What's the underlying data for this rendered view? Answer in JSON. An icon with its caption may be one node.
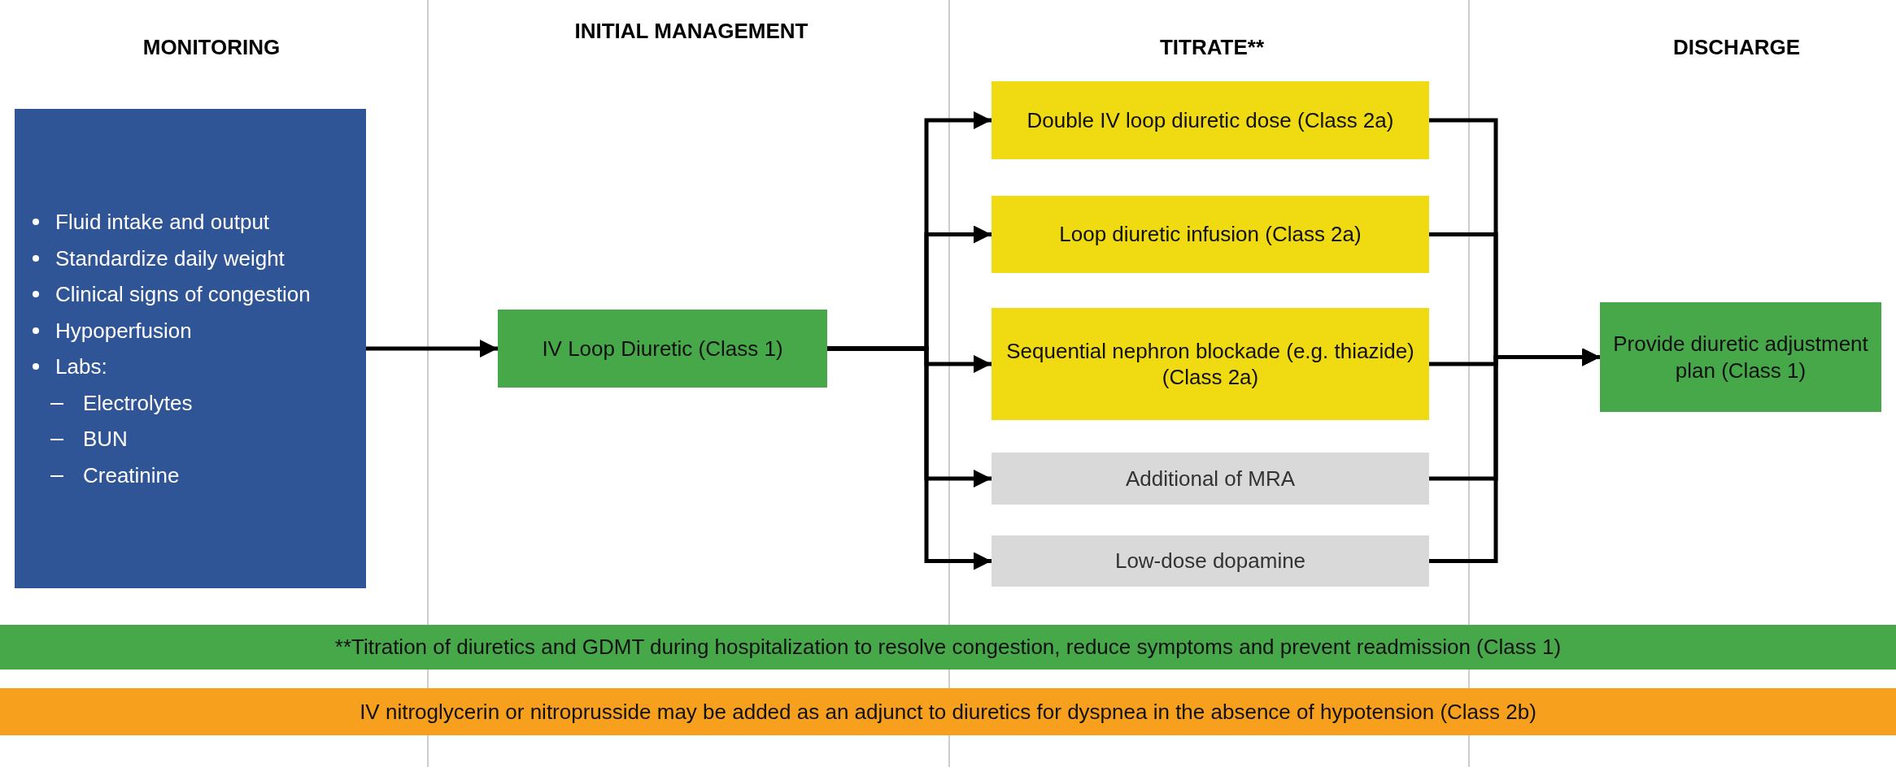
{
  "diagram": {
    "nodes": [
      {
        "text": [
          "Fluid intake and output",
          "Standardize daily weight",
          "Clinical signs of congestion",
          "Hypoperfusion",
          "Labs:",
          "Electrolytes",
          "BUN",
          "Creatinine"
        ]
      },
      {
        "text": [
          "IV Loop Diuretic (Class 1)"
        ]
      },
      {
        "text": [
          "Double IV loop diuretic dose (Class 2a)"
        ]
      },
      {
        "text": [
          "Loop diuretic infusion (Class 2a)"
        ]
      },
      {
        "text": [
          "Sequential nephron blockade (e.g. thiazide) (Class 2a)"
        ]
      },
      {
        "text": [
          "Additional of MRA"
        ]
      },
      {
        "text": [
          "Low-dose dopamine"
        ]
      },
      {
        "text": [
          "Provide diuretic adjustment plan (Class 1)"
        ]
      },
      {
        "text": [
          "**Titration of diuretics and GDMT during hospitalization to resolve congestion, reduce symptoms and prevent readmission (Class 1)"
        ]
      },
      {
        "text": [
          "IV nitroglycerin or nitroprusside may be added as an adjunct to diuretics for dyspnea in the absence of hypotension (Class 2b)"
        ]
      }
    ],
    "edges": [
      {
        "from": 0,
        "to": 1,
        "arrow": "to"
      },
      {
        "from": 1,
        "to": 2,
        "arrow": "to"
      },
      {
        "from": 1,
        "to": 3,
        "arrow": "to"
      },
      {
        "from": 1,
        "to": 4,
        "arrow": "to"
      },
      {
        "from": 1,
        "to": 5,
        "arrow": "to"
      },
      {
        "from": 1,
        "to": 6,
        "arrow": "to"
      },
      {
        "from": 2,
        "to": 7,
        "arrow": "to"
      },
      {
        "from": 3,
        "to": 7,
        "arrow": "to"
      },
      {
        "from": 4,
        "to": 7,
        "arrow": "to"
      },
      {
        "from": 5,
        "to": 7,
        "arrow": "to"
      },
      {
        "from": 6,
        "to": 7,
        "arrow": "to"
      }
    ],
    "labels": [
      "MONITORING",
      "INITIAL MANAGEMENT",
      "TITRATE**",
      "DISCHARGE"
    ]
  }
}
